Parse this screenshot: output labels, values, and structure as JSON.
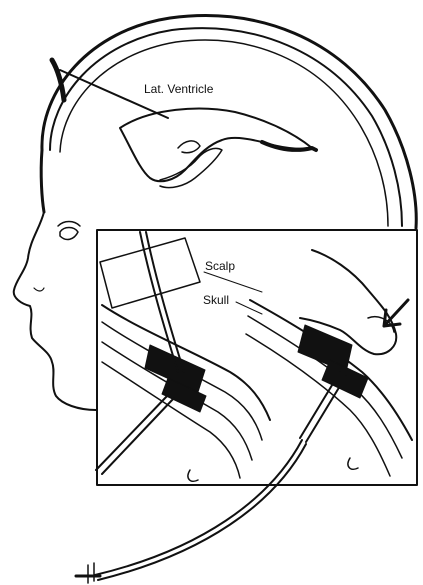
{
  "labels": {
    "ventricle": "Lat. Ventricle",
    "scalp": "Scalp",
    "skull": "Skull"
  },
  "colors": {
    "ink": "#111111",
    "paper": "#ffffff"
  }
}
